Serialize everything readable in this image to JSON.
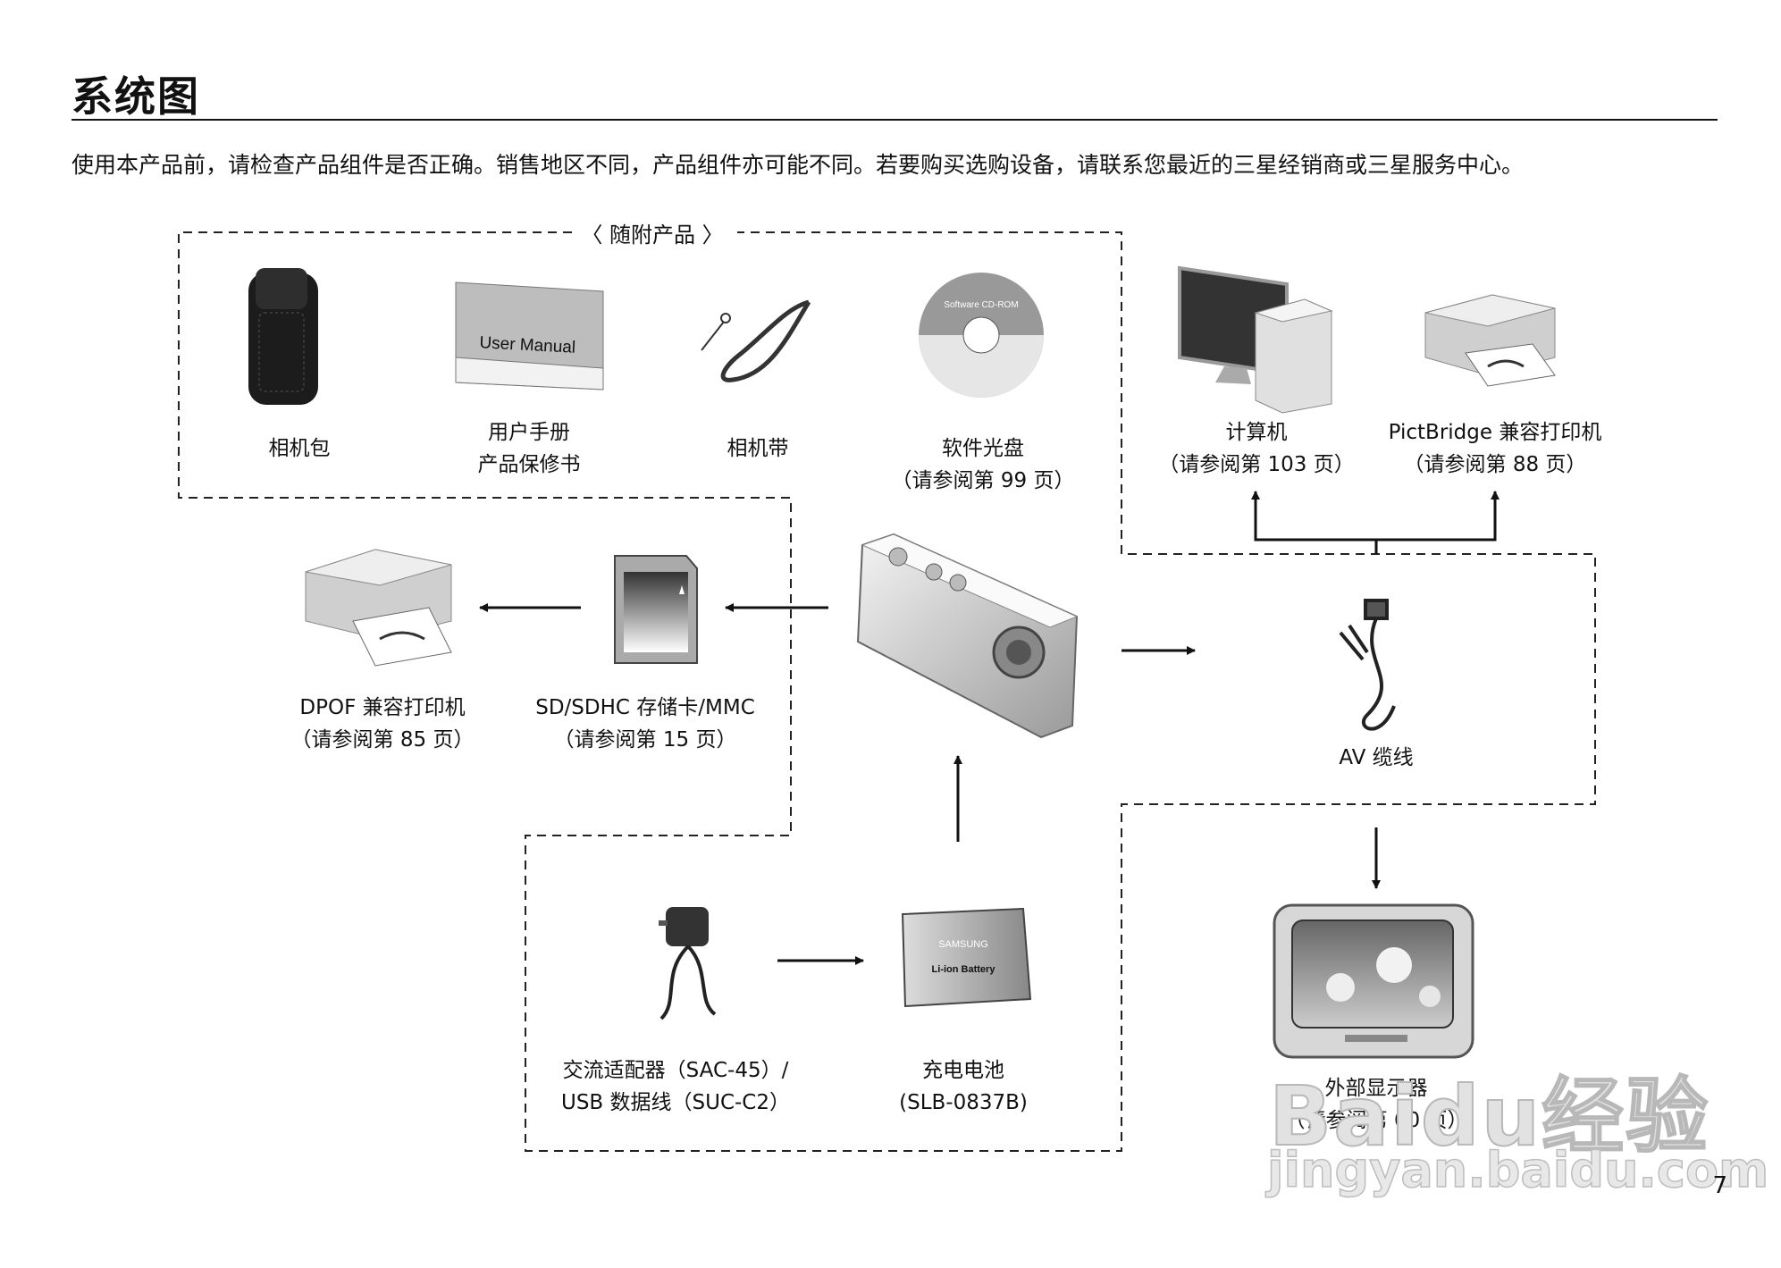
{
  "page": {
    "title": "系统图",
    "intro": "使用本产品前，请检查产品组件是否正确。销售地区不同，产品组件亦可能不同。若要购买选购设备，请联系您最近的三星经销商或三星服务中心。",
    "page_number": "7"
  },
  "sections": {
    "included_title": "〈 随附产品 〉"
  },
  "items": {
    "camera_case": {
      "line1": "相机包"
    },
    "user_manual": {
      "line1": "用户手册",
      "line2": "产品保修书",
      "image_text": "User Manual"
    },
    "strap": {
      "line1": "相机带"
    },
    "software_cd": {
      "line1": "软件光盘",
      "line2": "（请参阅第 99 页）",
      "image_text": "Software CD-ROM"
    },
    "computer": {
      "line1": "计算机",
      "line2": "（请参阅第 103 页）"
    },
    "pictbridge_printer": {
      "line1": "PictBridge 兼容打印机",
      "line2": "（请参阅第 88 页）"
    },
    "dpof_printer": {
      "line1": "DPOF 兼容打印机",
      "line2": "（请参阅第 85 页）"
    },
    "memory_card": {
      "line1": "SD/SDHC 存储卡/MMC",
      "line2": "（请参阅第 15 页）"
    },
    "av_cable": {
      "line1": "AV 缆线"
    },
    "ac_adapter": {
      "line1": "交流适配器（SAC-45）/",
      "line2": "USB 数据线（SUC-C2）"
    },
    "battery": {
      "line1": "充电电池",
      "line2": "(SLB-0837B)",
      "brand": "SAMSUNG",
      "image_text": "Li-ion Battery"
    },
    "external_monitor": {
      "line1": "外部显示器",
      "line2": "（请参阅第 60 页）"
    }
  },
  "watermark": {
    "line1": "Baidu经验",
    "line2": "jingyan.baidu.com"
  },
  "icons": [
    "camera-case-icon",
    "user-manual-icon",
    "strap-icon",
    "cd-icon",
    "computer-icon",
    "printer-icon",
    "sd-card-icon",
    "camera-icon",
    "av-cable-icon",
    "ac-adapter-icon",
    "battery-icon",
    "tv-icon"
  ]
}
